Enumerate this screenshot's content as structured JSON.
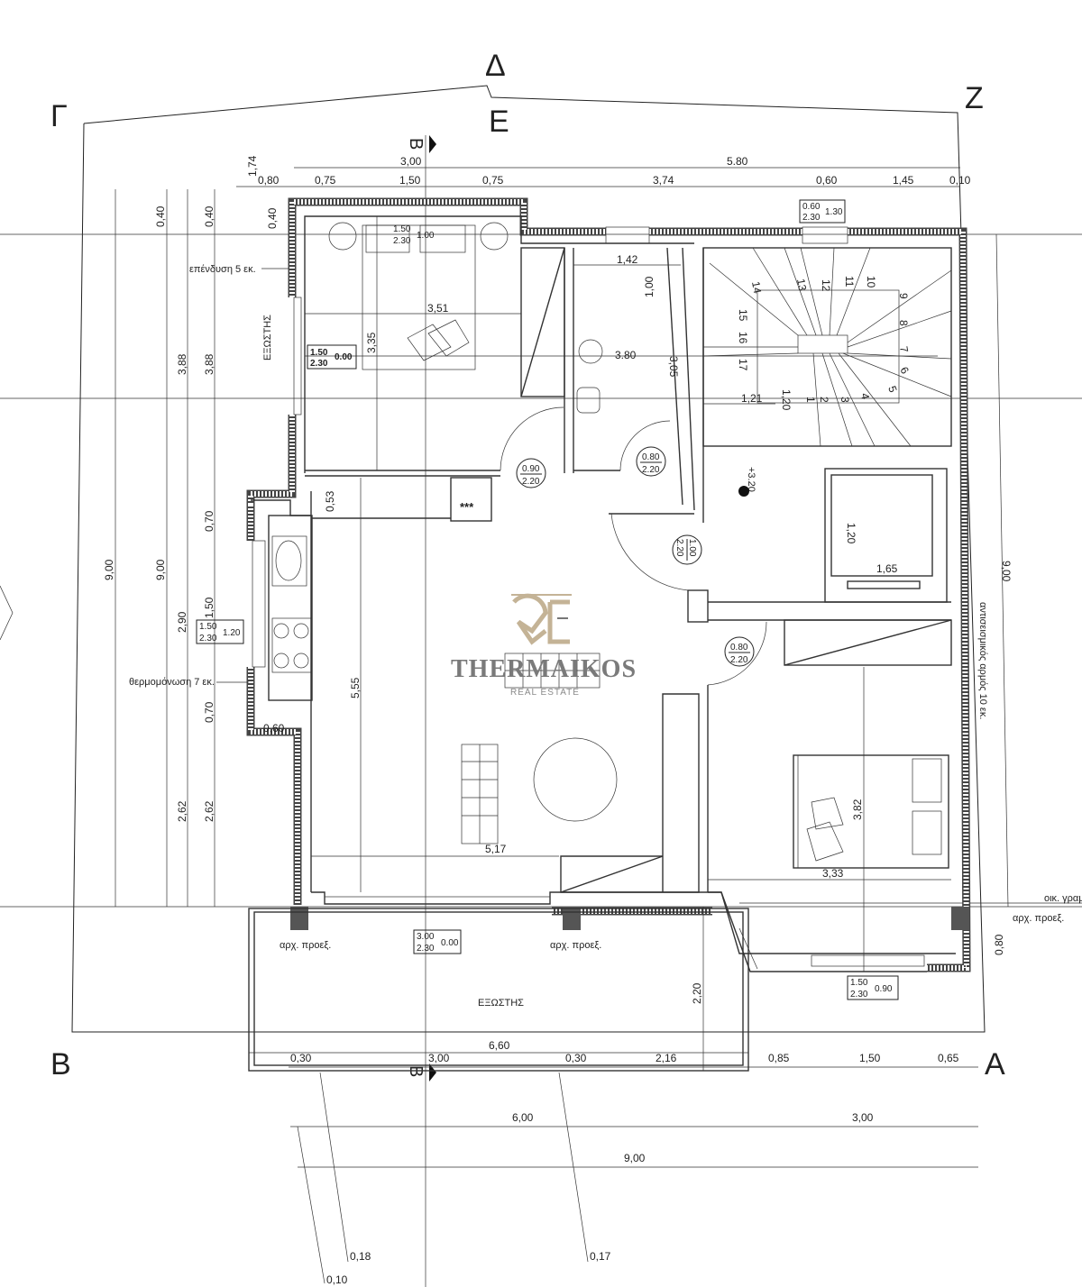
{
  "corners": {
    "gamma": "Γ",
    "delta": "Δ",
    "epsilon": "Ε",
    "zeta": "Ζ",
    "beta": "Β",
    "alpha": "Α"
  },
  "section_marker": "Β",
  "top_dims": {
    "row1": [
      "3,00",
      "5.80"
    ],
    "row2": [
      "0,80",
      "0,75",
      "1,50",
      "0,75",
      "3,74",
      "0,60",
      "1,45",
      "0,10"
    ],
    "vertical": [
      "1,74",
      "0,40",
      "0,40"
    ]
  },
  "left_dims": [
    "0,40",
    "3,88",
    "3,88",
    "9,00",
    "9,00",
    "0,70",
    "2,90",
    "1,50",
    "0,70",
    "2,62",
    "2,62"
  ],
  "interior_dims": {
    "bath_w": "1,42",
    "bath_h": "1,00",
    "bed1_w": "3,51",
    "bed1_h": "3,35",
    "hall": "3.80",
    "stair_h": "3,05",
    "stair_w": "1,21",
    "stair_landing": "1,20",
    "kitchen_gap": "0,53",
    "living_h": "5,55",
    "kitchen_w": "0,60",
    "living_w": "5,17",
    "elev_h": "1,20",
    "elev_w": "1,65",
    "bed2_h": "3,82",
    "bed2_w": "3,33",
    "balcony_h": "2,20",
    "balcony_w": "6,60",
    "right_total": "9,00",
    "right_bottom": "0,80"
  },
  "window_tags": [
    {
      "w": "1.50",
      "h": "2.30",
      "sill": "1.00"
    },
    {
      "w": "0.60",
      "h": "2.30",
      "sill": "1.30"
    },
    {
      "w": "1.50",
      "h": "2.30",
      "sill": "0.00"
    },
    {
      "w": "1.50",
      "h": "2.30",
      "sill": "1.20"
    },
    {
      "w": "3.00",
      "h": "2.30",
      "sill": "0.00"
    },
    {
      "w": "1.50",
      "h": "2.30",
      "sill": "0.90"
    }
  ],
  "door_tags": [
    {
      "w": "0.90",
      "h": "2.20"
    },
    {
      "w": "0.80",
      "h": "2.20"
    },
    {
      "w": "1.00",
      "h": "2.20"
    },
    {
      "w": "0.80",
      "h": "2.20"
    }
  ],
  "labels": {
    "cladding": "επένδυση 5 εκ.",
    "balcony_top": "ΕΞΩΣΤΗΣ",
    "balcony_bottom": "ΕΞΩΣΤΗΣ",
    "insulation": "θερμομόνωση 7 εκ.",
    "proj1": "αρχ. προεξ.",
    "proj2": "αρχ. προεξ.",
    "proj3": "αρχ. προεξ.",
    "building_line": "οικ. γραμ",
    "seismic_joint": "αντισεισμικός αρμός 10 εκ.",
    "appliance": "***",
    "level": "+3.20"
  },
  "stair_steps": [
    "1",
    "2",
    "3",
    "4",
    "5",
    "6",
    "7",
    "8",
    "9",
    "10",
    "11",
    "12",
    "13",
    "14",
    "15",
    "16",
    "17"
  ],
  "bottom_dims": {
    "row1": [
      "0,30",
      "3,00",
      "0,30",
      "2,16",
      "0,85",
      "1,50",
      "0,65"
    ],
    "row2": [
      "6,00",
      "3,00"
    ],
    "row3": "9,00",
    "leaders": [
      "0,18",
      "0,17",
      "0,10"
    ]
  },
  "logo": {
    "name": "THERMAIKOS",
    "sub": "REAL ESTATE",
    "color": "#c4b396"
  }
}
